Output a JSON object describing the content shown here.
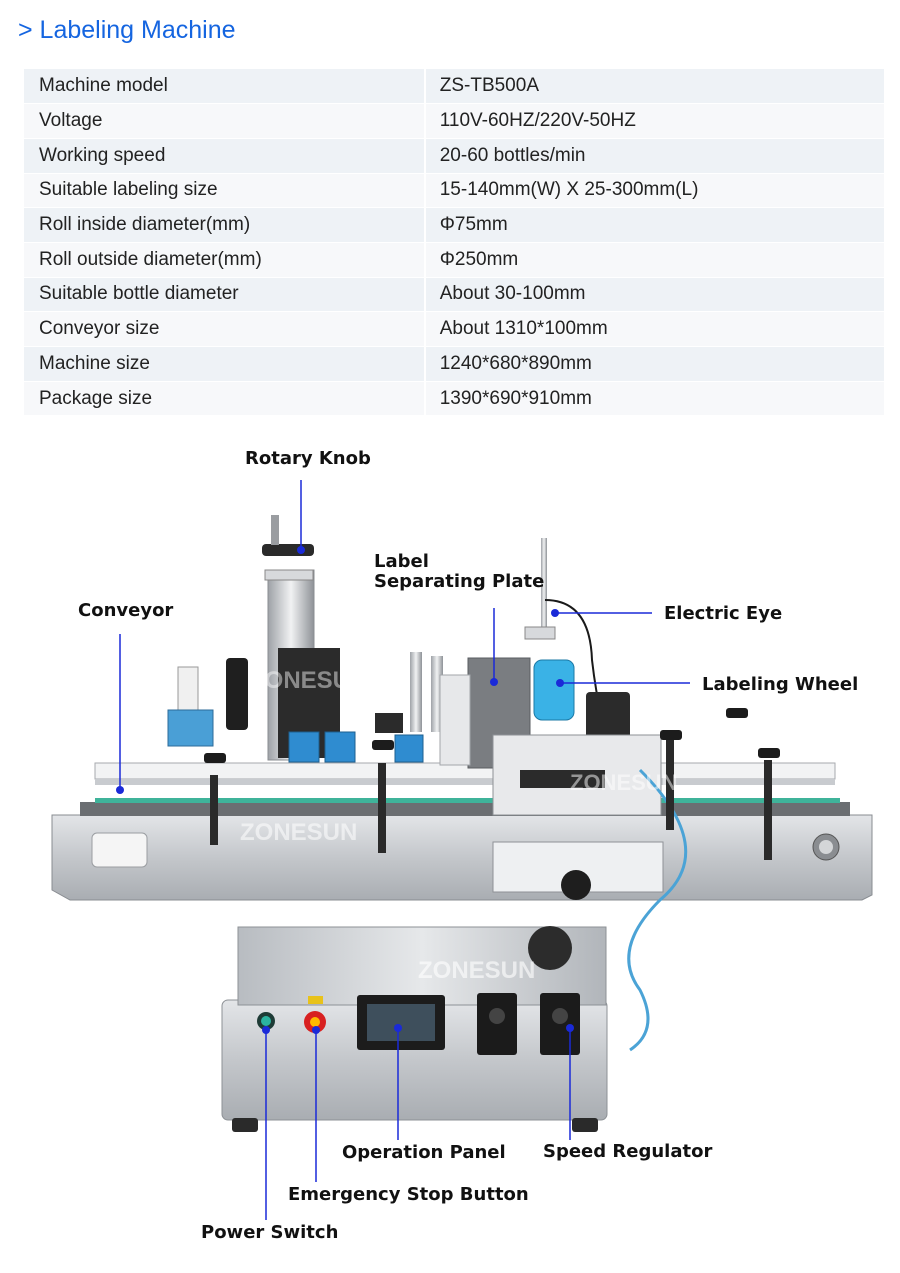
{
  "heading": "> Labeling Machine",
  "specs": [
    {
      "label": "Machine model",
      "value": "ZS-TB500A"
    },
    {
      "label": "Voltage",
      "value": "110V-60HZ/220V-50HZ"
    },
    {
      "label": "Working speed",
      "value": "20-60 bottles/min"
    },
    {
      "label": "Suitable labeling size",
      "value": "15-140mm(W) X 25-300mm(L)"
    },
    {
      "label": "Roll inside diameter(mm)",
      "value": "Φ75mm"
    },
    {
      "label": "Roll outside diameter(mm)",
      "value": "Φ250mm"
    },
    {
      "label": "Suitable bottle diameter",
      "value": "About 30-100mm"
    },
    {
      "label": "Conveyor size",
      "value": "About 1310*100mm"
    },
    {
      "label": "Machine size",
      "value": "1240*680*890mm"
    },
    {
      "label": "Package size",
      "value": "1390*690*910mm"
    }
  ],
  "callouts": {
    "rotary_knob": "Rotary Knob",
    "label_plate_line1": "Label",
    "label_plate_line2": "Separating Plate",
    "conveyor": "Conveyor",
    "electric_eye": "Electric Eye",
    "labeling_wheel": "Labeling Wheel",
    "operation_panel": "Operation Panel",
    "speed_regulator": "Speed Regulator",
    "emergency_stop": "Emergency Stop Button",
    "power_switch": "Power Switch"
  },
  "watermark": "ZONESUN",
  "colors": {
    "heading": "#1565e0",
    "pointer": "#1a2ad8",
    "steel": "#c9ccd0",
    "conveyor_belt": "#3fb39a"
  }
}
